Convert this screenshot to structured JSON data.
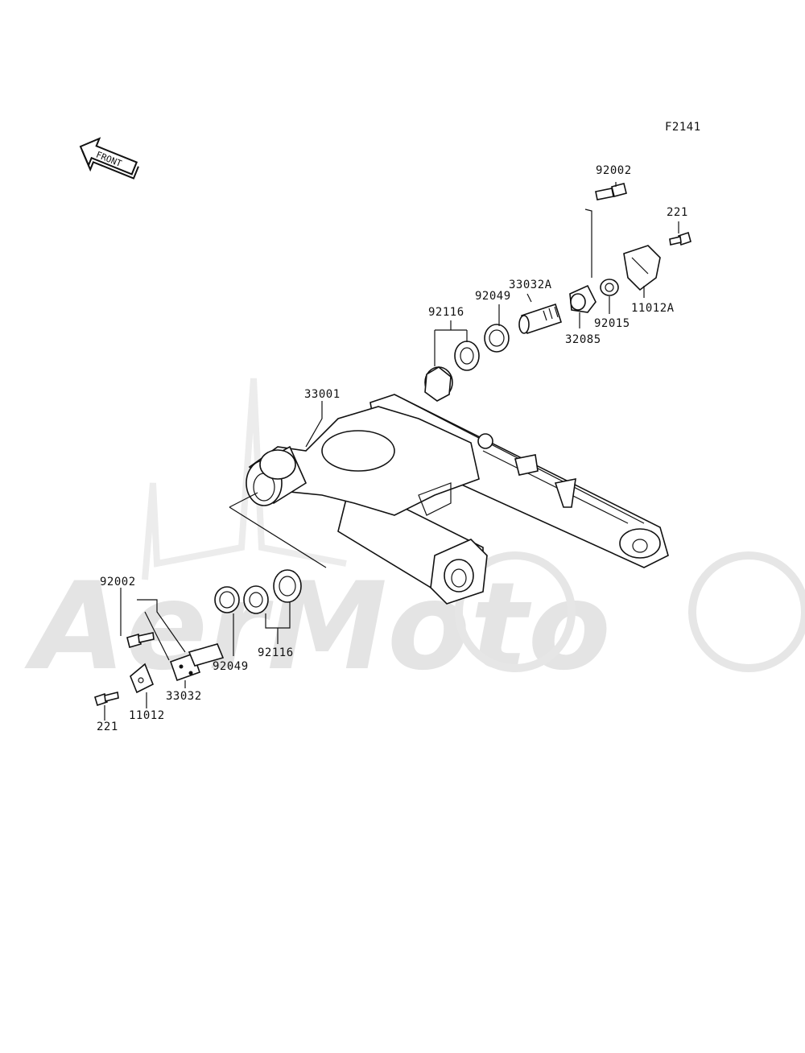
{
  "figure_code": "F2141",
  "front_arrow_label": "FRONT",
  "watermark": {
    "text": "AerMoto"
  },
  "callouts": {
    "c_92002_top": "92002",
    "c_221_top": "221",
    "c_33032A": "33032A",
    "c_92049_top": "92049",
    "c_92116_top": "92116",
    "c_32085": "32085",
    "c_92015": "92015",
    "c_11012A": "11012A",
    "c_33001": "33001",
    "c_92002_bottom": "92002",
    "c_33032": "33032",
    "c_92049_bottom": "92049",
    "c_92116_bottom": "92116",
    "c_221_bottom": "221",
    "c_11012": "11012"
  }
}
